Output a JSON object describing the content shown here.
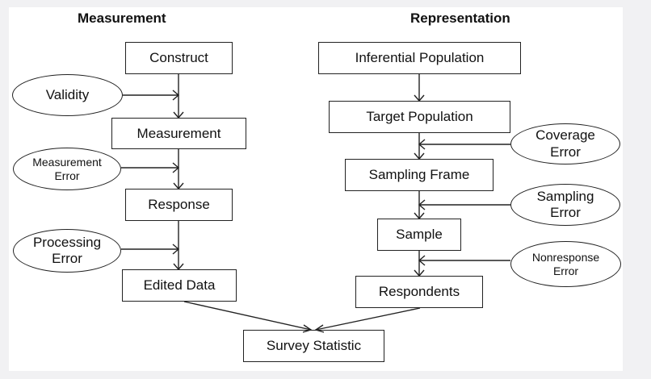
{
  "headings": {
    "measurement": "Measurement",
    "representation": "Representation"
  },
  "measurement": {
    "construct": "Construct",
    "validity": "Validity",
    "measurement": "Measurement",
    "measurement_error": [
      "Measurement",
      "Error"
    ],
    "response": "Response",
    "processing_error": [
      "Processing",
      "Error"
    ],
    "edited_data": "Edited Data"
  },
  "representation": {
    "inferential_population": "Inferential Population",
    "target_population": "Target Population",
    "coverage_error": [
      "Coverage",
      "Error"
    ],
    "sampling_frame": "Sampling Frame",
    "sampling_error": [
      "Sampling",
      "Error"
    ],
    "sample": "Sample",
    "nonresponse_error": [
      "Nonresponse",
      "Error"
    ],
    "respondents": "Respondents"
  },
  "survey_statistic": "Survey Statistic"
}
